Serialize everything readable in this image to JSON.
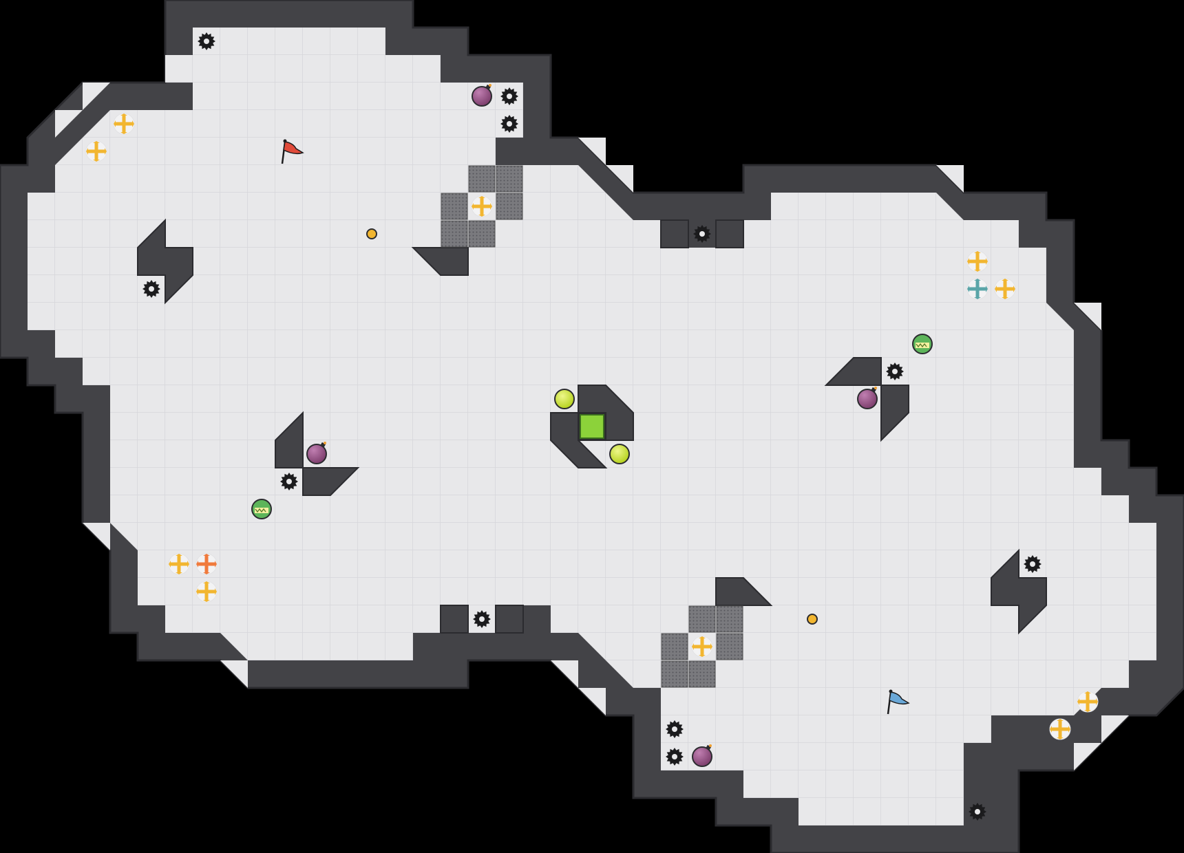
{
  "game": {
    "type": "top-down tile arena map",
    "grid": {
      "cols": 43,
      "rows": 31
    },
    "colors": {
      "background": "#000000",
      "floor": "#e8e8ea",
      "grid_line": "#d8d8dc",
      "wall": "#444448",
      "wall_edge": "#2a2a2e",
      "grate": "#6e6e72",
      "yellow_pickup": "#f2b630",
      "orange_pickup": "#f07a3c",
      "teal_pickup": "#5aa5a8",
      "bomb": "#9a5a8e",
      "ball": "#c6e43a",
      "green_token": "#5db55a",
      "red_flag": "#e04a3a",
      "blue_flag": "#6aa8d8"
    },
    "flags": [
      {
        "name": "red-flag",
        "team": "red",
        "col": 10,
        "row": 5
      },
      {
        "name": "blue-flag",
        "team": "blue",
        "col": 32,
        "row": 25
      }
    ],
    "center_goal": {
      "col": 21,
      "row": 15
    },
    "balls": [
      {
        "col": 20,
        "row": 14
      },
      {
        "col": 22,
        "row": 16
      }
    ],
    "powerups_yellow": [
      {
        "col": 4,
        "row": 4
      },
      {
        "col": 3,
        "row": 5
      },
      {
        "col": 17,
        "row": 7
      },
      {
        "col": 35,
        "row": 9
      },
      {
        "col": 36,
        "row": 10
      },
      {
        "col": 6,
        "row": 20
      },
      {
        "col": 7,
        "row": 21
      },
      {
        "col": 25,
        "row": 23
      },
      {
        "col": 39,
        "row": 25
      },
      {
        "col": 38,
        "row": 26
      }
    ],
    "powerups_orange": [
      {
        "col": 7,
        "row": 20
      }
    ],
    "powerups_teal": [
      {
        "col": 35,
        "row": 10
      }
    ],
    "bombs": [
      {
        "col": 17,
        "row": 3
      },
      {
        "col": 11,
        "row": 16
      },
      {
        "col": 31,
        "row": 14
      },
      {
        "col": 25,
        "row": 27
      }
    ],
    "spikes": [
      {
        "col": 7,
        "row": 1
      },
      {
        "col": 18,
        "row": 3
      },
      {
        "col": 18,
        "row": 4
      },
      {
        "col": 5,
        "row": 10
      },
      {
        "col": 25,
        "row": 8
      },
      {
        "col": 32,
        "row": 13
      },
      {
        "col": 10,
        "row": 17
      },
      {
        "col": 37,
        "row": 20
      },
      {
        "col": 17,
        "row": 22
      },
      {
        "col": 24,
        "row": 26
      },
      {
        "col": 24,
        "row": 27
      },
      {
        "col": 35,
        "row": 29
      }
    ],
    "green_tokens": [
      {
        "col": 9,
        "row": 18
      },
      {
        "col": 33,
        "row": 12
      }
    ],
    "small_dots": [
      {
        "col": 13,
        "row": 8
      },
      {
        "col": 29,
        "row": 22
      }
    ],
    "grates": [
      {
        "col": 17,
        "row": 6
      },
      {
        "col": 18,
        "row": 6
      },
      {
        "col": 16,
        "row": 7
      },
      {
        "col": 18,
        "row": 7
      },
      {
        "col": 16,
        "row": 8
      },
      {
        "col": 17,
        "row": 8
      },
      {
        "col": 25,
        "row": 22
      },
      {
        "col": 26,
        "row": 22
      },
      {
        "col": 24,
        "row": 23
      },
      {
        "col": 26,
        "row": 23
      },
      {
        "col": 24,
        "row": 24
      },
      {
        "col": 25,
        "row": 24
      }
    ]
  }
}
